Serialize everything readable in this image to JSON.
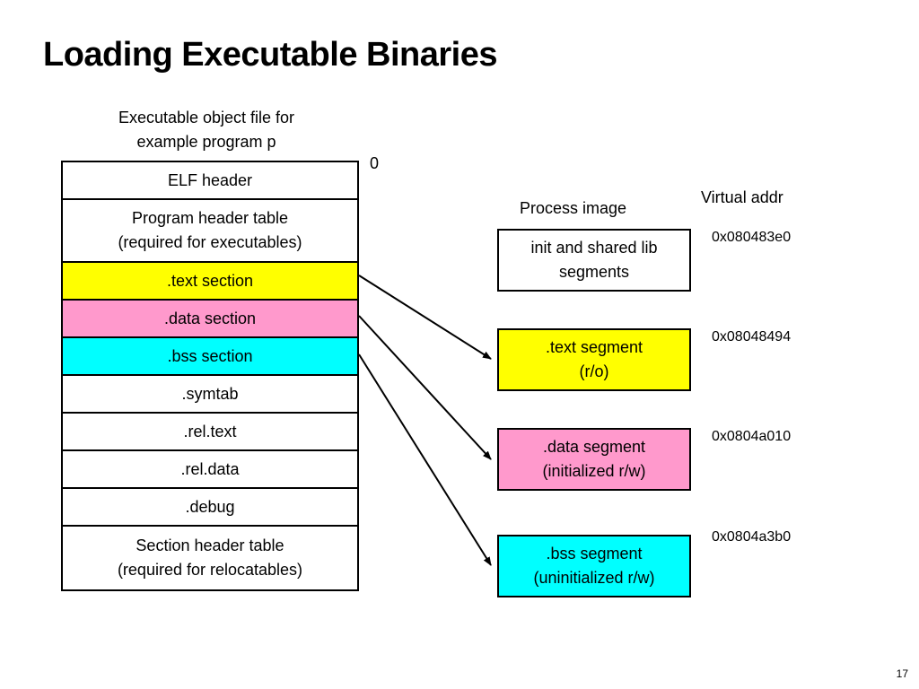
{
  "slide": {
    "title": "Loading Executable Binaries",
    "page_number": "17"
  },
  "object_file": {
    "caption_line1": "Executable object file for",
    "caption_line2": "example program p",
    "offset_zero": "0",
    "sections": [
      {
        "line1": "ELF header",
        "line2": "",
        "fill": "#ffffff"
      },
      {
        "line1": "Program header table",
        "line2": "(required for executables)",
        "fill": "#ffffff"
      },
      {
        "line1": ".text section",
        "line2": "",
        "fill": "#ffff00"
      },
      {
        "line1": ".data section",
        "line2": "",
        "fill": "#ff99cc"
      },
      {
        "line1": ".bss section",
        "line2": "",
        "fill": "#00ffff"
      },
      {
        "line1": ".symtab",
        "line2": "",
        "fill": "#ffffff"
      },
      {
        "line1": ".rel.text",
        "line2": "",
        "fill": "#ffffff"
      },
      {
        "line1": ".rel.data",
        "line2": "",
        "fill": "#ffffff"
      },
      {
        "line1": ".debug",
        "line2": "",
        "fill": "#ffffff"
      },
      {
        "line1": "Section header table",
        "line2": "(required for relocatables)",
        "fill": "#ffffff"
      }
    ]
  },
  "process_image": {
    "label": "Process image",
    "virtual_addr_label": "Virtual addr",
    "segments": [
      {
        "line1": "init and shared lib",
        "line2": "segments",
        "fill": "#ffffff",
        "addr": "0x080483e0"
      },
      {
        "line1": ".text segment",
        "line2": "(r/o)",
        "fill": "#ffff00",
        "addr": "0x08048494"
      },
      {
        "line1": ".data segment",
        "line2": "(initialized r/w)",
        "fill": "#ff99cc",
        "addr": "0x0804a010"
      },
      {
        "line1": ".bss segment",
        "line2": "(uninitialized r/w)",
        "fill": "#00ffff",
        "addr": "0x0804a3b0"
      }
    ]
  },
  "arrows": [
    {
      "from_section": ".text section",
      "to_segment": ".text segment"
    },
    {
      "from_section": ".data section",
      "to_segment": ".data segment"
    },
    {
      "from_section": ".bss section",
      "to_segment": ".bss segment"
    }
  ]
}
